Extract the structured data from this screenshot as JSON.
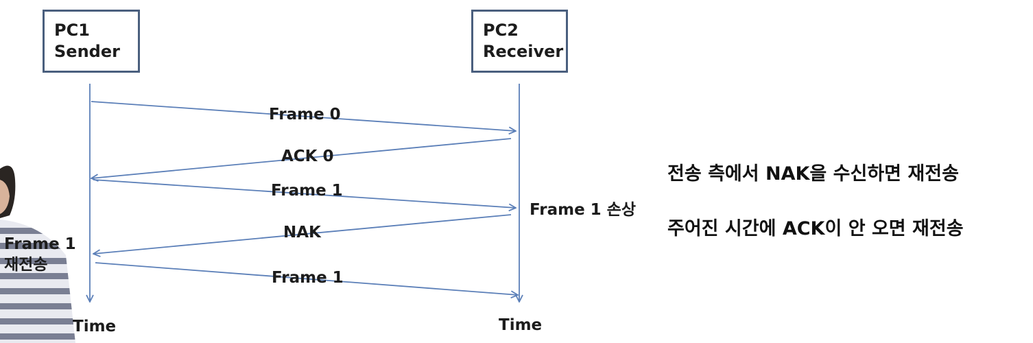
{
  "nodes": {
    "sender": {
      "line1": "PC1",
      "line2": "Sender"
    },
    "receiver": {
      "line1": "PC2",
      "line2": "Receiver"
    }
  },
  "messages": [
    {
      "label": "Frame 0",
      "direction": "sender-to-receiver"
    },
    {
      "label": "ACK 0",
      "direction": "receiver-to-sender"
    },
    {
      "label": "Frame 1",
      "direction": "sender-to-receiver"
    },
    {
      "label": "NAK",
      "direction": "receiver-to-sender"
    },
    {
      "label": "Frame 1",
      "direction": "sender-to-receiver"
    }
  ],
  "annotations": {
    "receiver_damage": "Frame 1 손상",
    "sender_resend_line1": "Frame 1",
    "sender_resend_line2": "재전송"
  },
  "time_labels": {
    "sender": "Time",
    "receiver": "Time"
  },
  "notes": [
    "전송 측에서 NAK을 수신하면 재전송",
    "주어진 시간에 ACK이 안 오면 재전송"
  ],
  "colors": {
    "box_border": "#4a5f7e",
    "arrow": "#5b7fb8",
    "text": "#1c1c1c"
  }
}
